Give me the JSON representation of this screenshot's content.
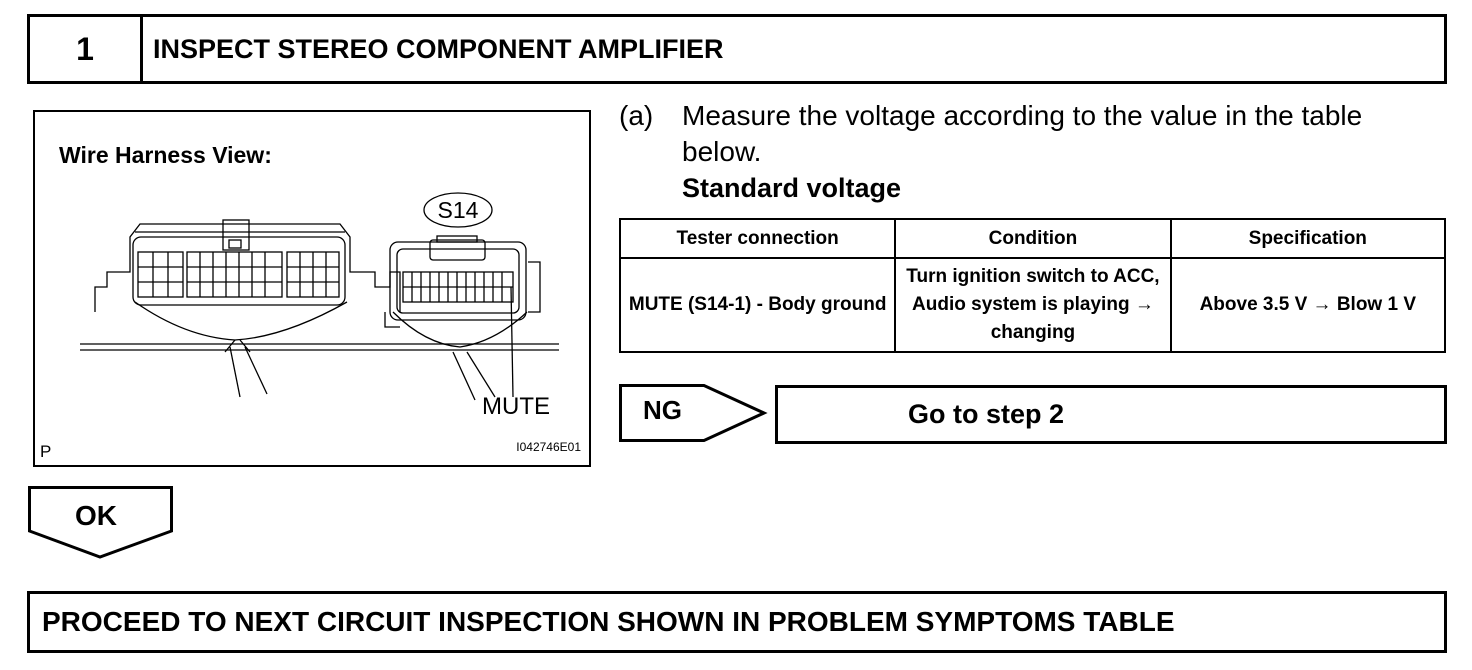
{
  "step": {
    "number": "1",
    "title": "INSPECT STEREO COMPONENT AMPLIFIER"
  },
  "illustration": {
    "heading": "Wire Harness View:",
    "connector_label": "S14",
    "mute_label": "MUTE",
    "corner_letter": "P",
    "figure_id": "I042746E01"
  },
  "instruction": {
    "step_letter": "(a)",
    "text": "Measure the voltage according to the value in the table below.",
    "standard_label": "Standard voltage"
  },
  "spec_table": {
    "headers": [
      "Tester connection",
      "Condition",
      "Specification"
    ],
    "rows": [
      [
        "MUTE (S14-1) - Body ground",
        "Turn ignition switch to ACC, Audio system is playing → changing",
        "Above 3.5 V → Blow 1 V"
      ]
    ]
  },
  "ng_branch": {
    "label": "NG",
    "action": "Go to step 2"
  },
  "ok_branch": {
    "label": "OK"
  },
  "proceed": {
    "text": "PROCEED TO NEXT CIRCUIT INSPECTION SHOWN IN PROBLEM SYMPTOMS TABLE"
  }
}
